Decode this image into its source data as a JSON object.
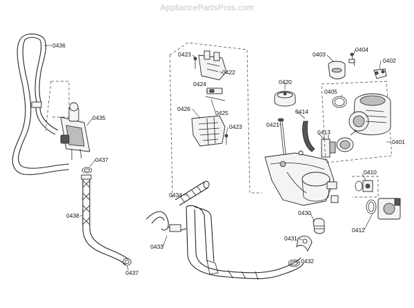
{
  "watermark": "AppliancePartsPros.com",
  "labels": {
    "l0436": "0436",
    "l0435": "0435",
    "l0437a": "0437",
    "l0438": "0438",
    "l0437b": "0437",
    "l0423a": "0423",
    "l0422": "0422",
    "l0424": "0424",
    "l0425": "0425",
    "l0426": "0426",
    "l0423b": "0423",
    "l0434": "0434",
    "l0433": "0433",
    "l0420": "0420",
    "l0421": "0421",
    "l0414": "0414",
    "l0413": "0413",
    "l0403": "0403",
    "l0404": "0404",
    "l0402": "0402",
    "l0405": "0405",
    "l0401": "0401",
    "l0410": "0410",
    "l0412": "0412",
    "l0430": "0430",
    "l0431": "0431",
    "l0432": "0432"
  }
}
